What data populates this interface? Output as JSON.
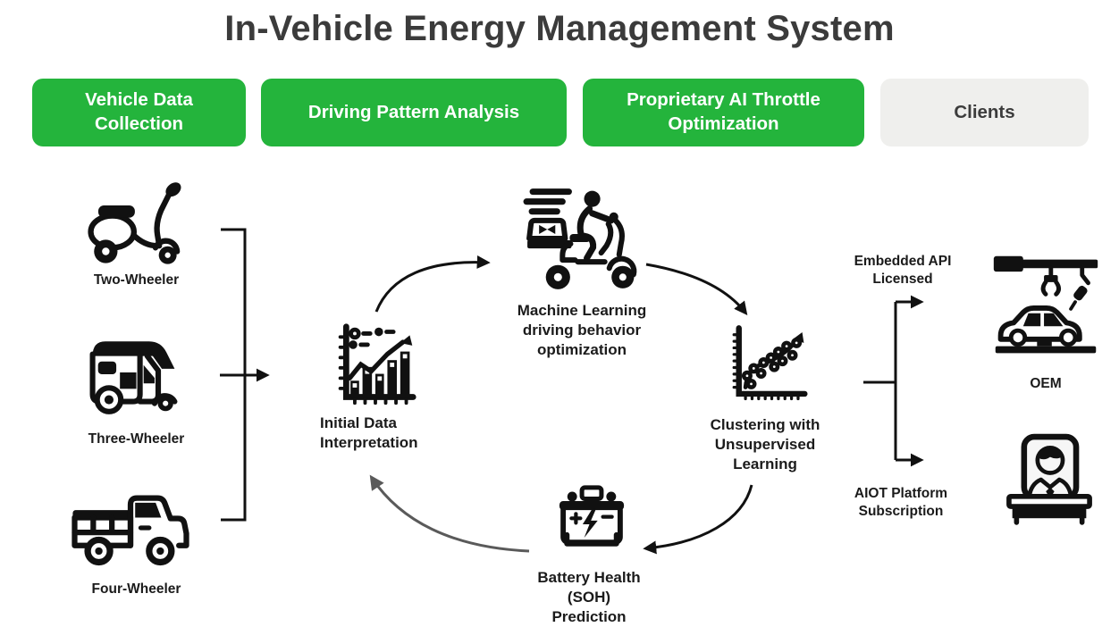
{
  "title": "In-Vehicle Energy Management System",
  "colors": {
    "stage_green": "#24b43c",
    "clients_bg": "#efefed",
    "ink": "#111111",
    "title_color": "#3b3b3b",
    "feedback_arrow_gray": "#5a5a5a"
  },
  "stages": [
    {
      "label": "Vehicle Data\nCollection"
    },
    {
      "label": "Driving Pattern Analysis"
    },
    {
      "label": "Proprietary AI Throttle\nOptimization"
    },
    {
      "label": "Clients"
    }
  ],
  "vehicles": [
    {
      "label": "Two-Wheeler",
      "icon": "scooter-icon"
    },
    {
      "label": "Three-Wheeler",
      "icon": "auto-rickshaw-icon"
    },
    {
      "label": "Four-Wheeler",
      "icon": "truck-icon"
    }
  ],
  "cycle": {
    "initial": {
      "label": "Initial Data\nInterpretation",
      "icon": "bar-chart-trend-icon"
    },
    "ml": {
      "label": "Machine Learning\ndriving behavior\noptimization",
      "icon": "delivery-scooter-rider-icon"
    },
    "clustering": {
      "label": "Clustering with\nUnsupervised\nLearning",
      "icon": "scatter-plot-trend-icon"
    },
    "battery": {
      "label": "Battery Health\n(SOH)\nPrediction",
      "icon": "car-battery-bolt-icon"
    }
  },
  "clients": {
    "api_label": "Embedded API\nLicensed",
    "oem_label": "OEM",
    "oem_icon": "car-assembly-robot-icon",
    "aiot_label": "AIOT Platform\nSubscription",
    "subscriber_icon": "person-at-desk-icon"
  }
}
